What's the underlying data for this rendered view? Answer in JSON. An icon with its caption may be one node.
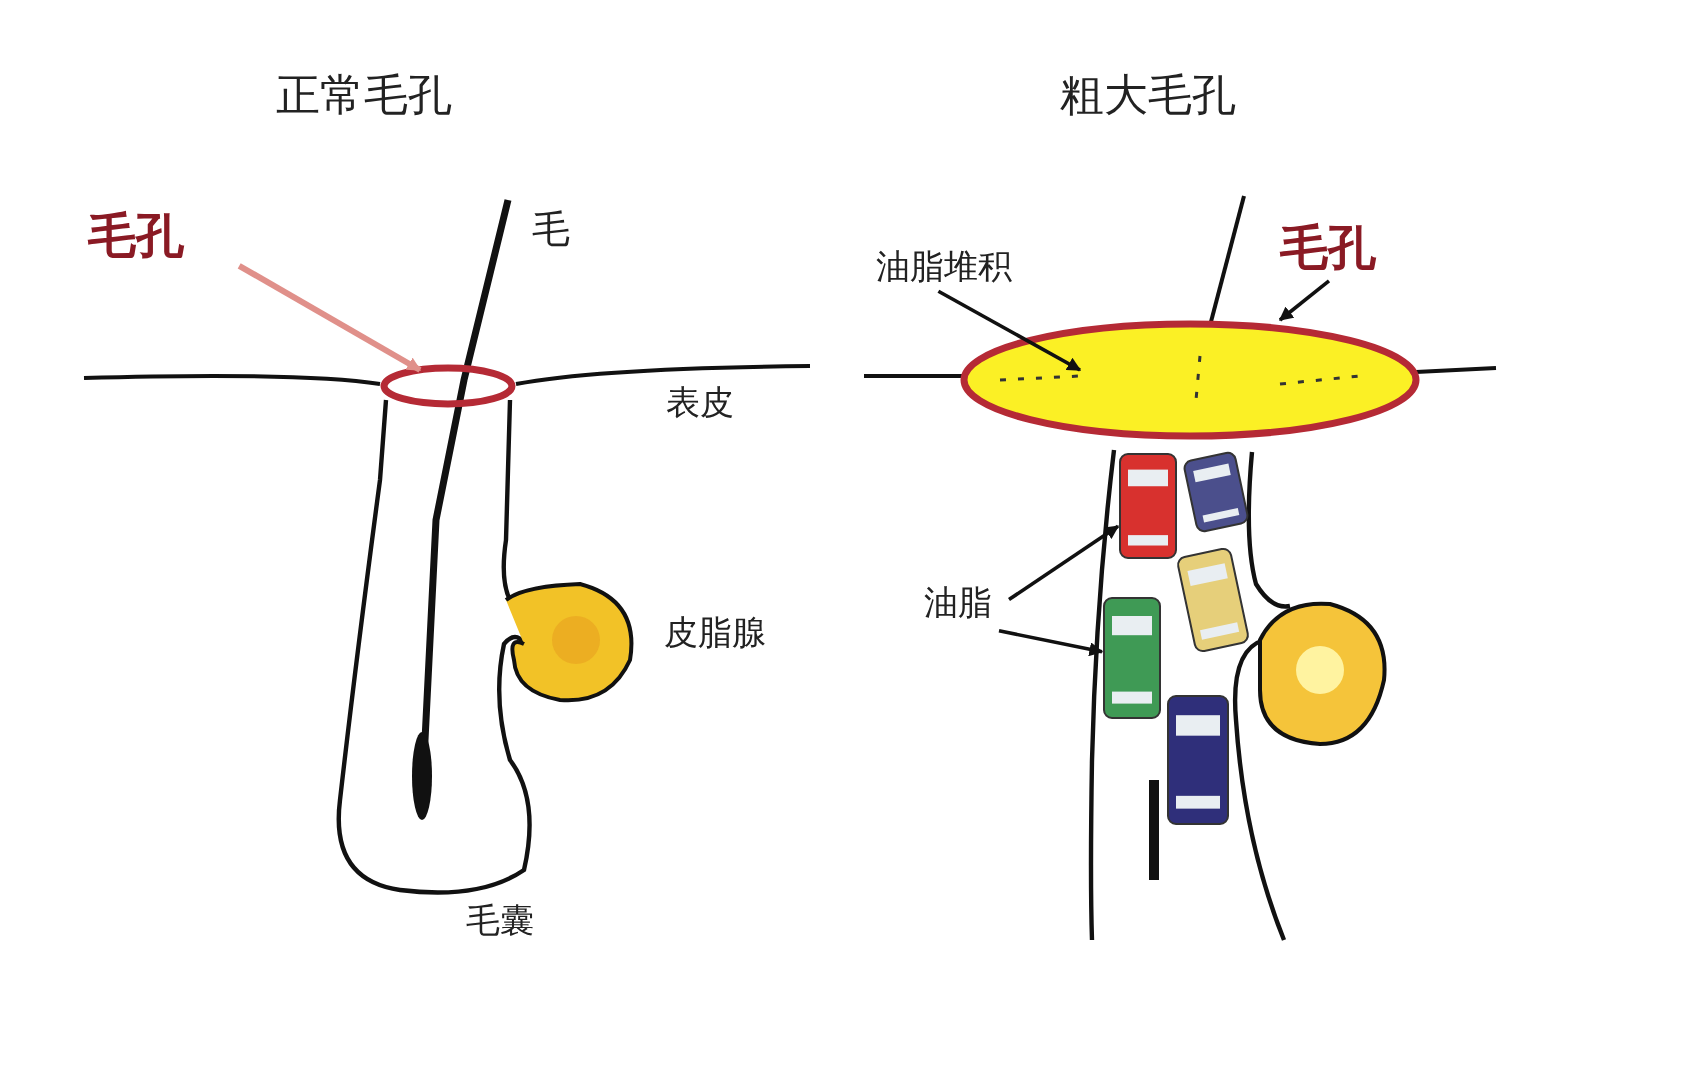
{
  "diagram": {
    "nodes": [
      {
        "text": [
          "毛孔"
        ]
      },
      {
        "text": [],
        "shape": "ellipse"
      },
      {
        "text": [
          "油脂堆积"
        ]
      },
      {
        "text": [],
        "shape": "ellipse"
      },
      {
        "text": [
          "毛孔"
        ]
      },
      {
        "text": [
          "油脂"
        ]
      },
      {
        "text": [],
        "shape": "picture"
      },
      {
        "text": [],
        "shape": "picture"
      }
    ],
    "edges": [
      {
        "from": 0,
        "to": 1,
        "arrow": "to",
        "color": "#e0908a"
      },
      {
        "from": 2,
        "to": 3,
        "arrow": "to"
      },
      {
        "from": 4,
        "to": 3,
        "arrow": "to"
      },
      {
        "from": 5,
        "to": 6,
        "arrow": "to"
      },
      {
        "from": 5,
        "to": 7,
        "arrow": "to"
      }
    ],
    "labels": [
      "正常毛孔",
      "粗大毛孔",
      "毛",
      "表皮",
      "皮脂腺",
      "毛囊"
    ]
  }
}
